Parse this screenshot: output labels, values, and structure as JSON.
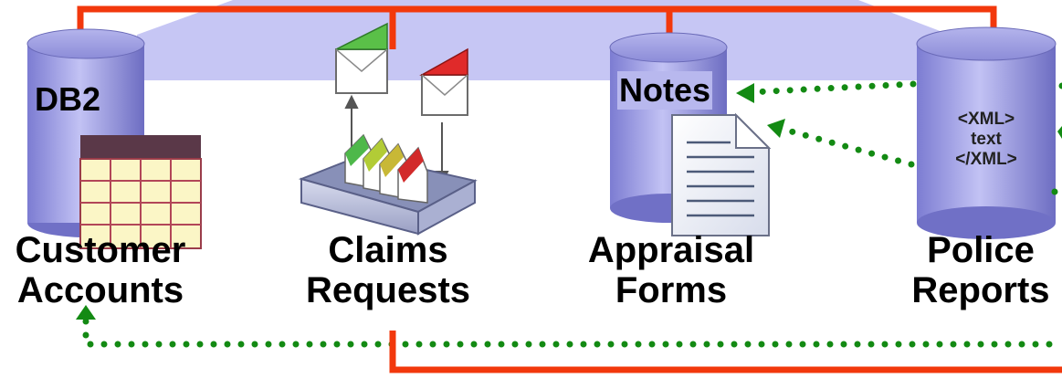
{
  "colors": {
    "connector": "#f2380c",
    "dotted_flow": "#138a13",
    "cylinder": "#9a9ae0",
    "band": "#c6c6f4"
  },
  "nodes": {
    "customer_accounts": {
      "db_label": "DB2",
      "line1": "Customer",
      "line2": "Accounts",
      "icon": "table-icon"
    },
    "claims_requests": {
      "line1": "Claims",
      "line2": "Requests",
      "icon": "inbox-tray-icon"
    },
    "appraisal_forms": {
      "db_label": "Notes",
      "line1": "Appraisal",
      "line2": "Forms",
      "icon": "document-icon"
    },
    "police_reports": {
      "xml_open": "<XML>",
      "xml_text": "text",
      "xml_close": "</XML>",
      "line1": "Police",
      "line2": "Reports"
    }
  }
}
